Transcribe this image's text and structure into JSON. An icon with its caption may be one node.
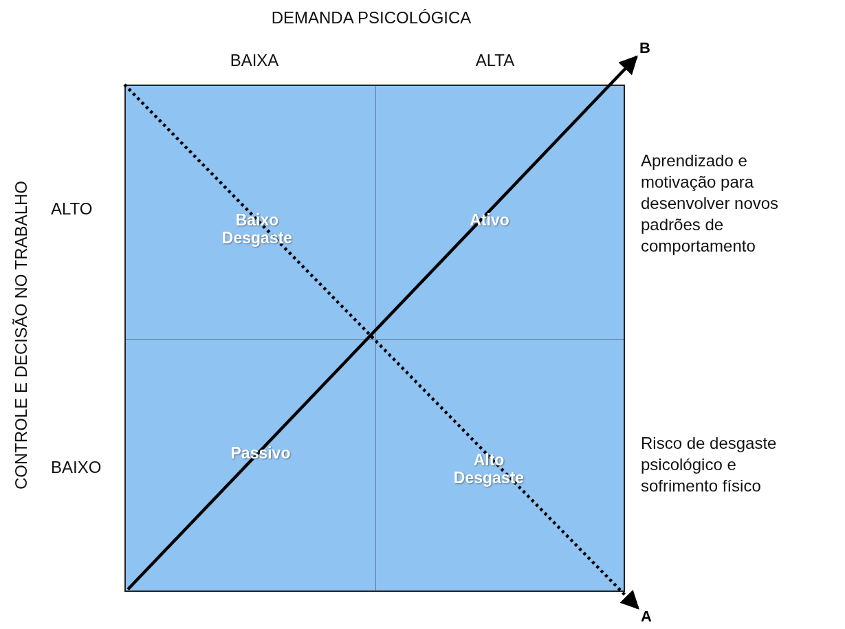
{
  "diagram": {
    "nodes": [
      {
        "text": [
          "Baixo Desgaste",
          "Ativo",
          "Passivo",
          "Alto Desgaste"
        ]
      },
      {
        "text": [
          "B"
        ]
      },
      {
        "text": [
          "A"
        ]
      }
    ],
    "edges": [
      {
        "from": 0,
        "to": 1,
        "arrow": "to"
      },
      {
        "from": 0,
        "to": 2,
        "arrow": "to",
        "style": "dashed"
      }
    ],
    "labels": [
      "DEMANDA PSICOLÓGICA",
      "BAIXA",
      "ALTA",
      "CONTROLE E DECISÃO NO TRABALHO",
      "ALTO",
      "Aprendizado e motivação para desenvolver novos padrões de comportamento",
      "BAIXO",
      "Risco de desgaste psicológico e sofrimento físico"
    ]
  }
}
